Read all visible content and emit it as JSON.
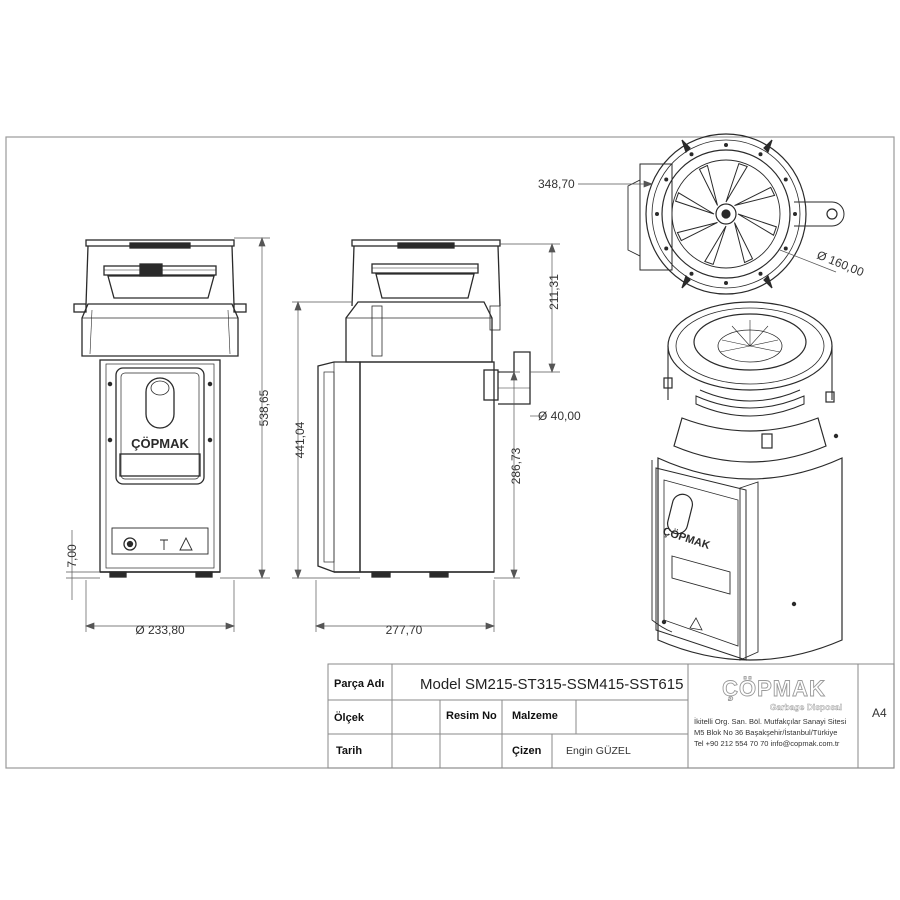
{
  "dimensions": {
    "front_height": "538,65",
    "front_width": "Ø 233,80",
    "front_foot": "7,00",
    "side_height": "441,04",
    "side_lower": "286,73",
    "side_upper": "211,31",
    "side_outlet": "Ø 40,00",
    "side_width": "277,70",
    "top_width": "348,70",
    "top_inlet": "Ø 160,00"
  },
  "brand": {
    "logo_text": "ÇÖPMAK",
    "product_logo": "ÇÖPMAK",
    "tagline": "Garbage Disposal"
  },
  "title_block": {
    "part_label": "Parça Adı",
    "part_value": "Model SM215-ST315-SSM415-SST615",
    "scale_label": "Ölçek",
    "drawing_no_label": "Resim No",
    "material_label": "Malzeme",
    "date_label": "Tarih",
    "drawn_label": "Çizen",
    "drawn_value": "Engin GÜZEL",
    "sheet_size": "A4",
    "address": [
      "İkitelli Org. San. Böl. Mutfakçılar Sanayi Sitesi",
      "M5 Blok No 36 Başakşehir/İstanbul/Türkiye",
      "Tel +90 212 554 70 70 info@copmak.com.tr"
    ]
  },
  "colors": {
    "line": "#2a2a2a",
    "dim_line": "#555555",
    "frame": "#999999"
  }
}
